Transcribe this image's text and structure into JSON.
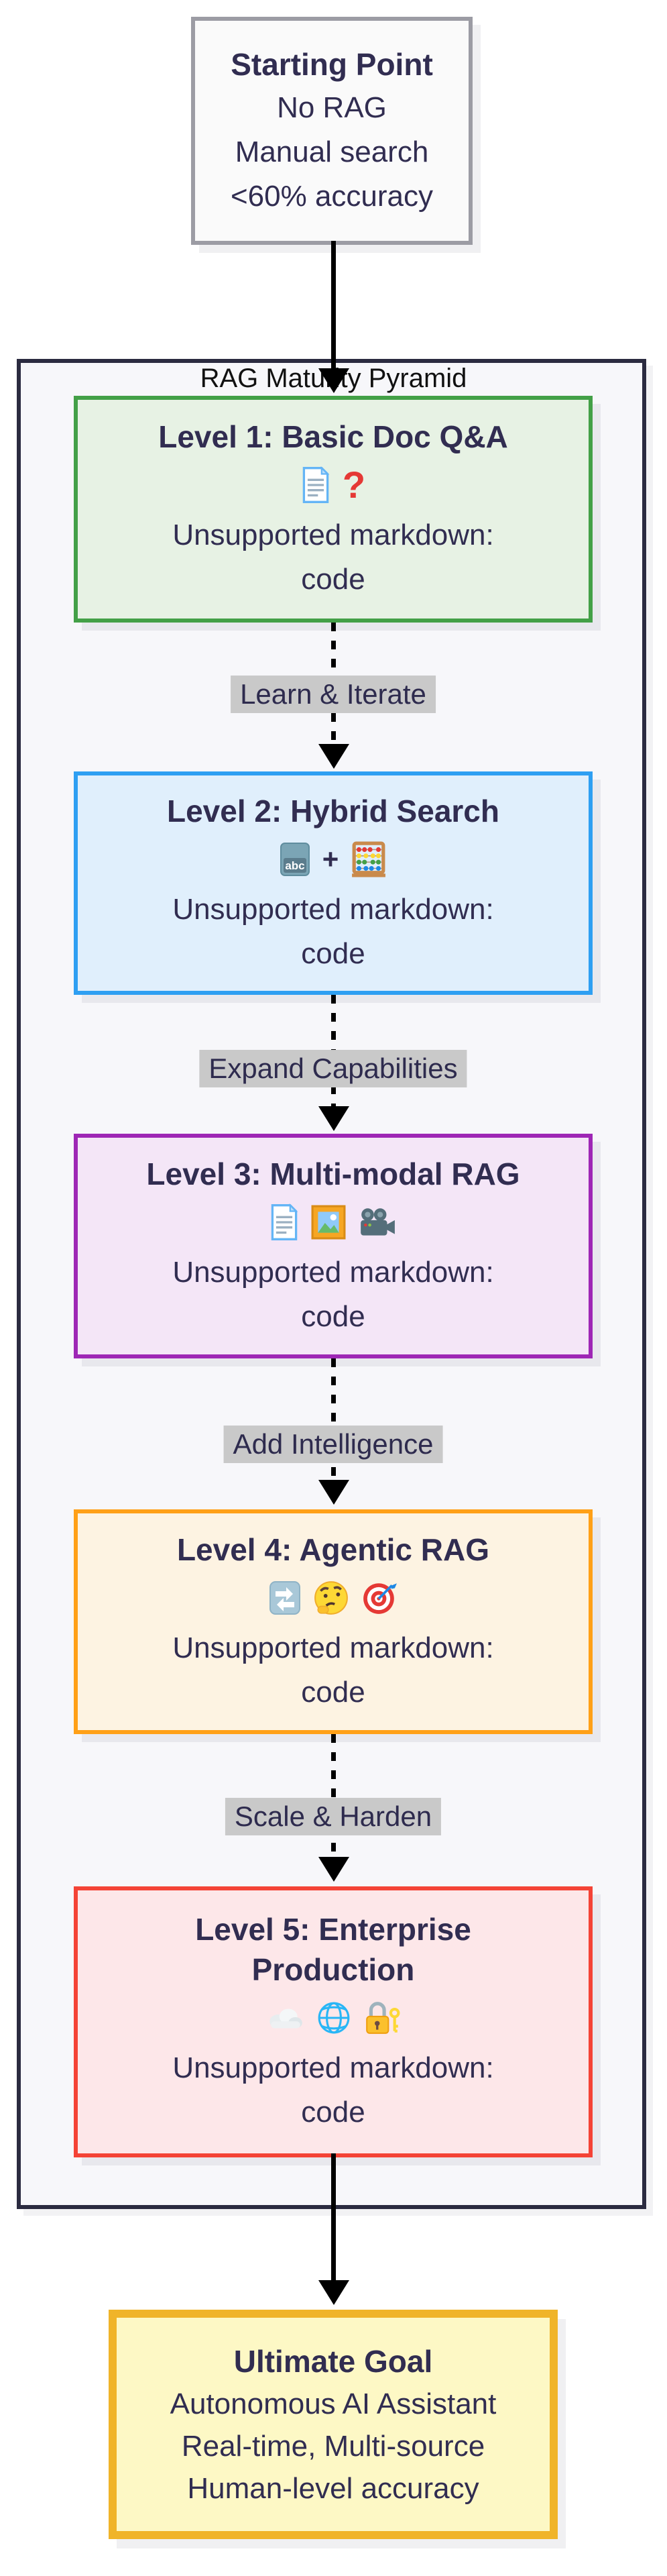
{
  "start": {
    "title": "Starting Point",
    "lines": [
      "No RAG",
      "Manual search",
      "<60% accuracy"
    ],
    "border_color": "#9c9ca4",
    "fill": "#fafafa"
  },
  "pyramid": {
    "title": "RAG Maturity Pyramid",
    "border_color": "#2b2b40",
    "fill": "#f7f7fa"
  },
  "levels": [
    {
      "title": "Level 1: Basic Doc Q&A",
      "icons": [
        "page-facing-up",
        "red-question-mark"
      ],
      "question_glyph": "?",
      "body": [
        "Unsupported markdown:",
        "code"
      ],
      "border_color": "#43a047",
      "fill": "#e7f2e4"
    },
    {
      "title": "Level 2: Hybrid Search",
      "icons": [
        "abc-input",
        "plus",
        "abacus"
      ],
      "plus_sign": "+",
      "body": [
        "Unsupported markdown:",
        "code"
      ],
      "border_color": "#2e9ff2",
      "fill": "#e0effc"
    },
    {
      "title": "Level 3: Multi-modal RAG",
      "icons": [
        "page-facing-up",
        "framed-picture",
        "movie-camera"
      ],
      "body": [
        "Unsupported markdown:",
        "code"
      ],
      "border_color": "#9e27b5",
      "fill": "#f4e6f7"
    },
    {
      "title": "Level 4: Agentic RAG",
      "icons": [
        "counterclockwise-arrows",
        "thinking-face",
        "direct-hit-target"
      ],
      "body": [
        "Unsupported markdown:",
        "code"
      ],
      "border_color": "#ffa017",
      "fill": "#fdf3e2"
    },
    {
      "title": "Level 5: Enterprise Production",
      "icons": [
        "cloud",
        "globe-with-meridians",
        "locked-with-key"
      ],
      "body": [
        "Unsupported markdown:",
        "code"
      ],
      "border_color": "#f44336",
      "fill": "#fde7e9"
    }
  ],
  "connectors": [
    {
      "label": "Learn & Iterate"
    },
    {
      "label": "Expand Capabilities"
    },
    {
      "label": "Add Intelligence"
    },
    {
      "label": "Scale & Harden"
    }
  ],
  "connector_style": {
    "label_bg": "#c9c9c9",
    "arrow_color": "#000000"
  },
  "goal": {
    "title": "Ultimate Goal",
    "lines": [
      "Autonomous AI Assistant",
      "Real-time, Multi-source",
      "Human-level accuracy"
    ],
    "border_color": "#f0b429",
    "fill": "#fdf8c5"
  }
}
